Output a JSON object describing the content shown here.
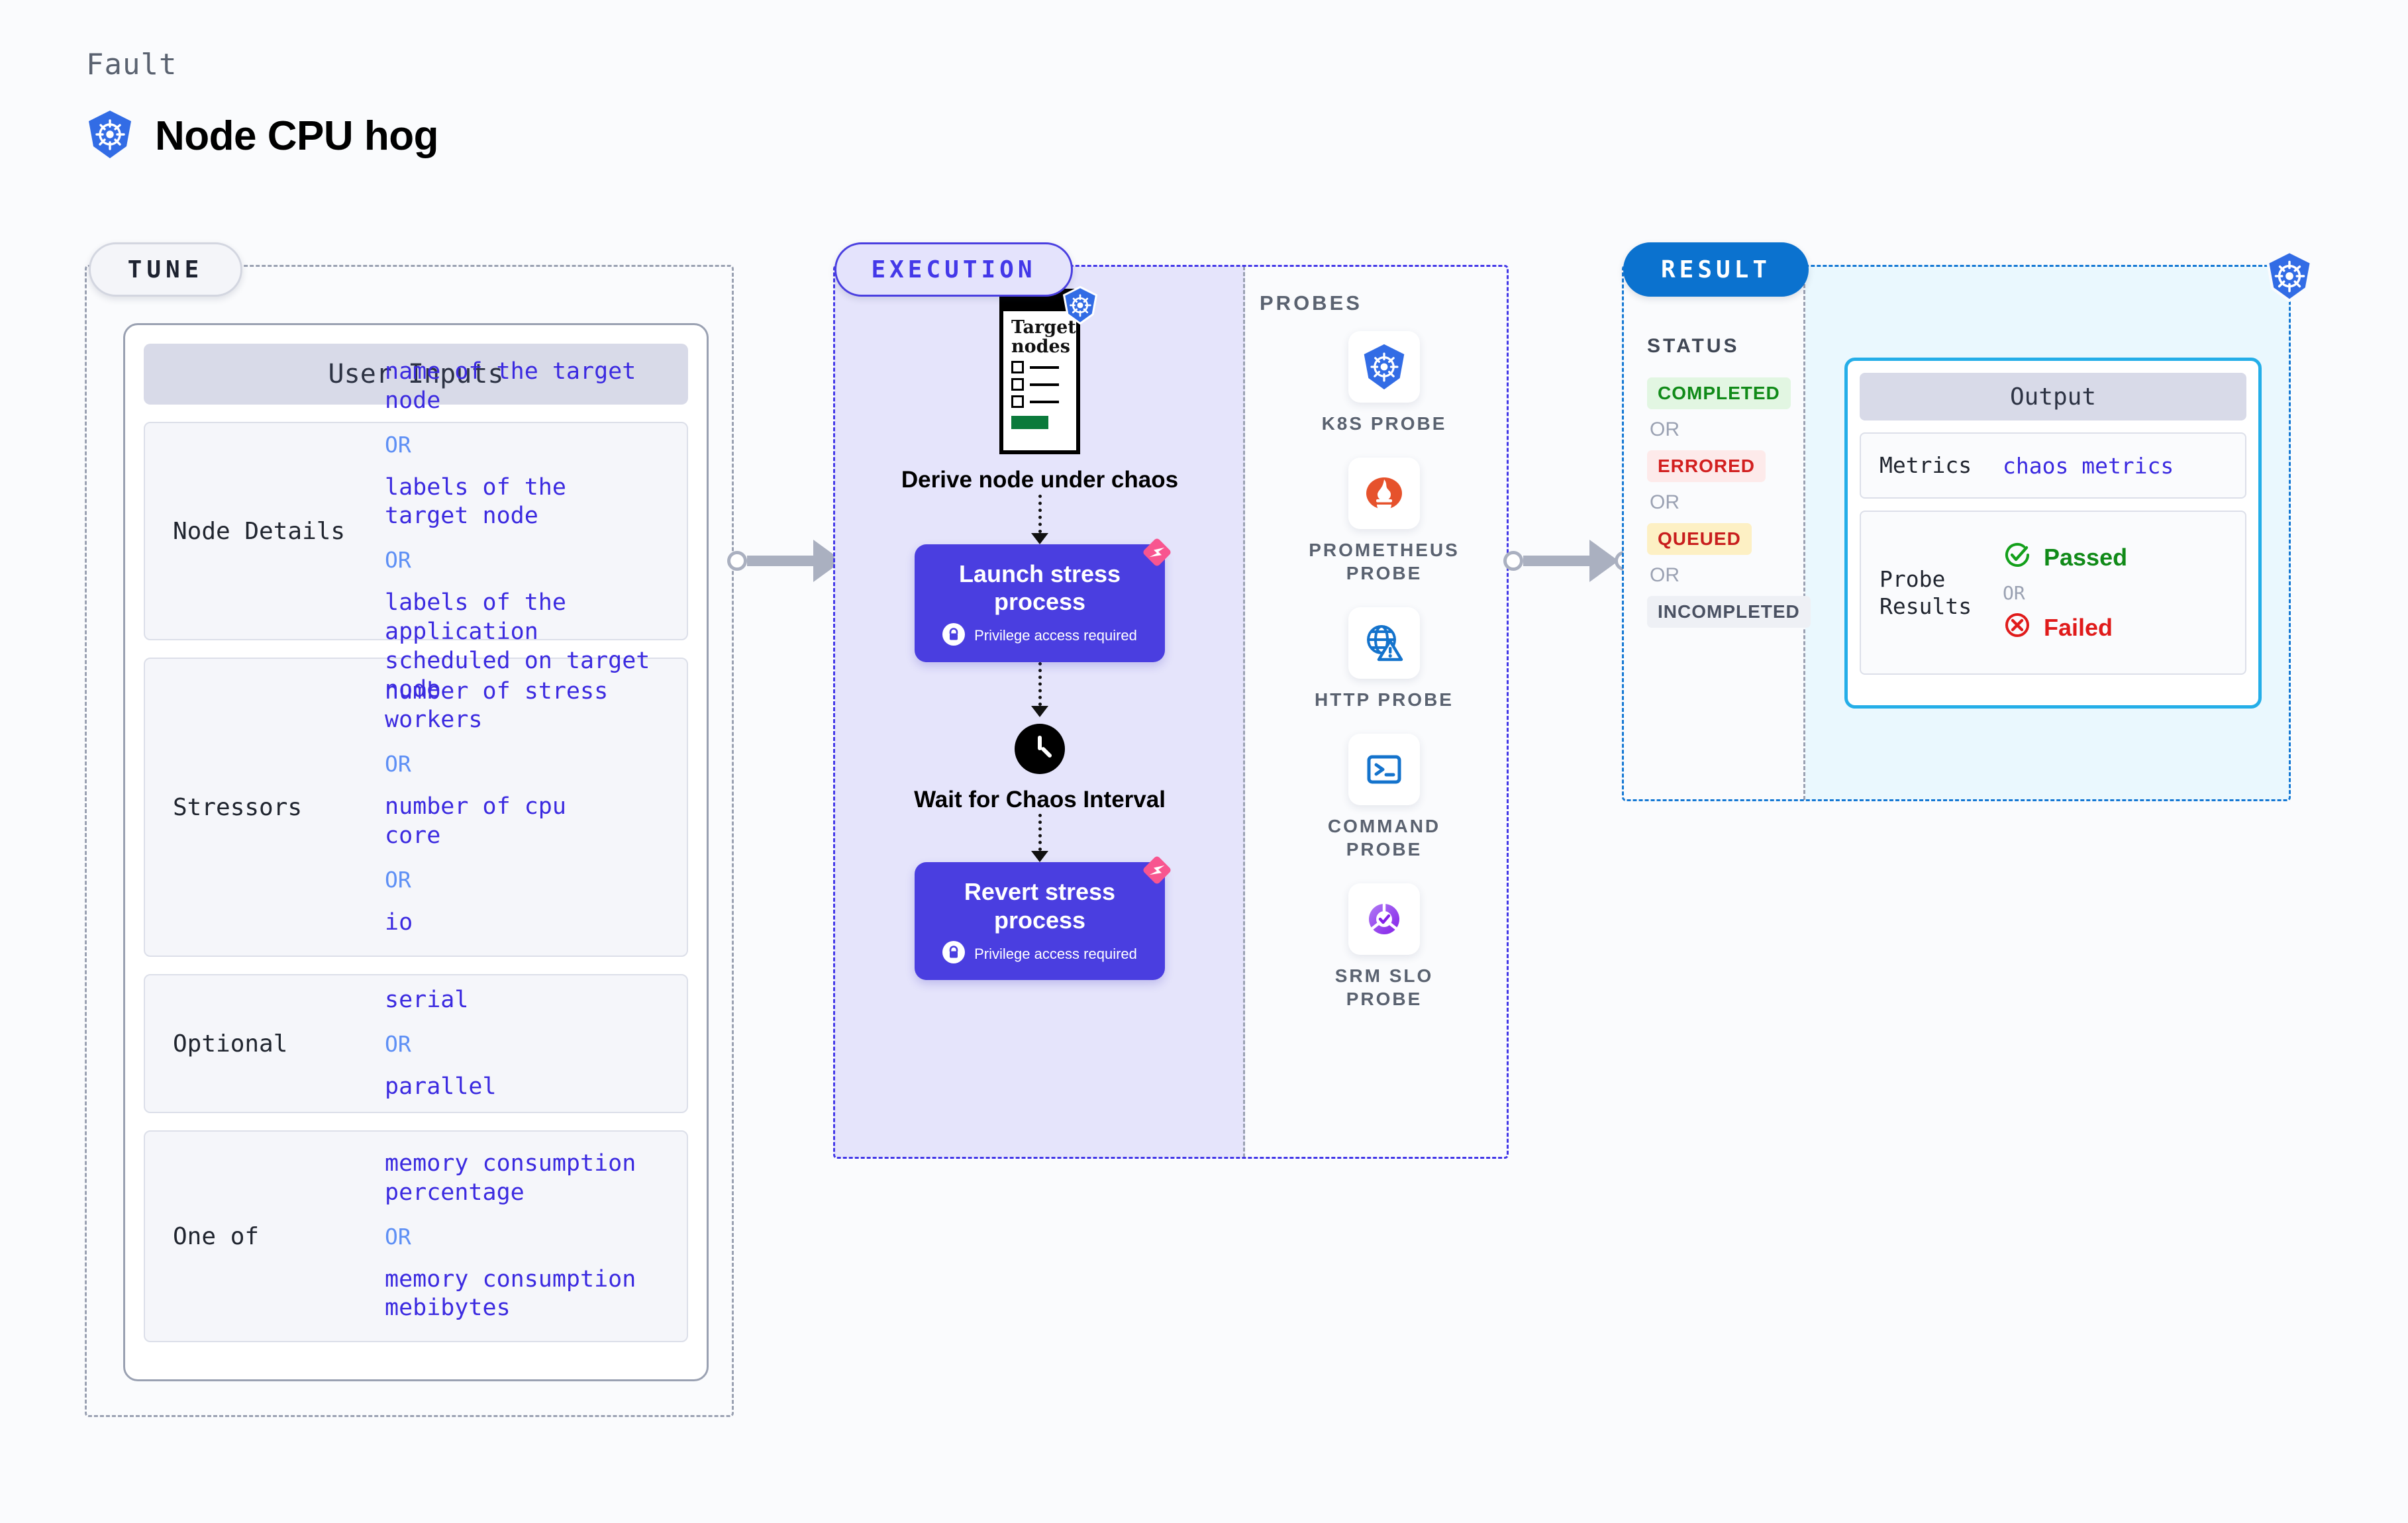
{
  "header": {
    "kicker": "Fault",
    "title": "Node CPU hog",
    "icon": "kubernetes-icon"
  },
  "tune": {
    "badge": "TUNE",
    "card_title": "User Inputs",
    "groups": [
      {
        "label": "Node Details",
        "items": [
          "name of the target\nnode",
          "OR",
          "labels of the\ntarget node",
          "OR",
          "labels of the application\n scheduled on target node"
        ]
      },
      {
        "label": "Stressors",
        "items": [
          "number of stress\nworkers",
          "OR",
          "number of cpu\ncore",
          "OR",
          "io"
        ]
      },
      {
        "label": "Optional",
        "items": [
          "serial",
          "OR",
          "parallel"
        ]
      },
      {
        "label": "One of",
        "items": [
          "memory consumption\npercentage",
          "OR",
          "memory consumption\nmebibytes"
        ]
      }
    ]
  },
  "execution": {
    "badge": "EXECUTION",
    "steps": [
      {
        "icon": "target-nodes-document-icon",
        "doc_title": "Target\nnodes",
        "caption": "Derive node under\nchaos",
        "type": "icon"
      },
      {
        "title": "Launch stress\nprocess",
        "privilege": "Privilege access required",
        "type": "process",
        "badge_icon": "chaos-corner-icon",
        "lock_icon": "lock-icon"
      },
      {
        "icon": "clock-icon",
        "caption": "Wait for Chaos\nInterval",
        "type": "icon"
      },
      {
        "title": "Revert stress\nprocess",
        "privilege": "Privilege access required",
        "type": "process",
        "badge_icon": "chaos-corner-icon",
        "lock_icon": "lock-icon"
      }
    ],
    "probes_label": "PROBES",
    "probes": [
      {
        "name": "K8S PROBE",
        "icon": "kubernetes-icon"
      },
      {
        "name": "PROMETHEUS\nPROBE",
        "icon": "prometheus-icon"
      },
      {
        "name": "HTTP PROBE",
        "icon": "globe-warning-icon"
      },
      {
        "name": "COMMAND\nPROBE",
        "icon": "terminal-icon"
      },
      {
        "name": "SRM SLO\nPROBE",
        "icon": "slo-gauge-icon"
      }
    ]
  },
  "result": {
    "badge": "RESULT",
    "status_label": "STATUS",
    "statuses": [
      {
        "text": "COMPLETED",
        "bg": "#e2f6e2",
        "fg": "#108a18"
      },
      {
        "text": "OR",
        "bg": "",
        "fg": "#9aa1b2"
      },
      {
        "text": "ERRORED",
        "bg": "#fdeaea",
        "fg": "#d21f1f"
      },
      {
        "text": "OR",
        "bg": "",
        "fg": "#9aa1b2"
      },
      {
        "text": "QUEUED",
        "bg": "#fdf0c4",
        "fg": "#c81d1d"
      },
      {
        "text": "OR",
        "bg": "",
        "fg": "#9aa1b2"
      },
      {
        "text": "INCOMPLETED",
        "bg": "#eef0f5",
        "fg": "#4a5162"
      }
    ],
    "output": {
      "title": "Output",
      "metrics_label": "Metrics",
      "metrics_value": "chaos metrics",
      "probe_results_label": "Probe\nResults",
      "passed": "Passed",
      "passed_icon": "check-circle-icon",
      "or": "OR",
      "failed": "Failed",
      "failed_icon": "x-circle-icon"
    },
    "corner_icon": "kubernetes-icon"
  },
  "colors": {
    "accent_purple": "#4a3ee0",
    "accent_blue": "#0b72cf",
    "cyan": "#24aee8",
    "pink": "#f8558f",
    "green": "#108a18",
    "red": "#d21f1f",
    "value_blue": "#3b2ae0"
  }
}
